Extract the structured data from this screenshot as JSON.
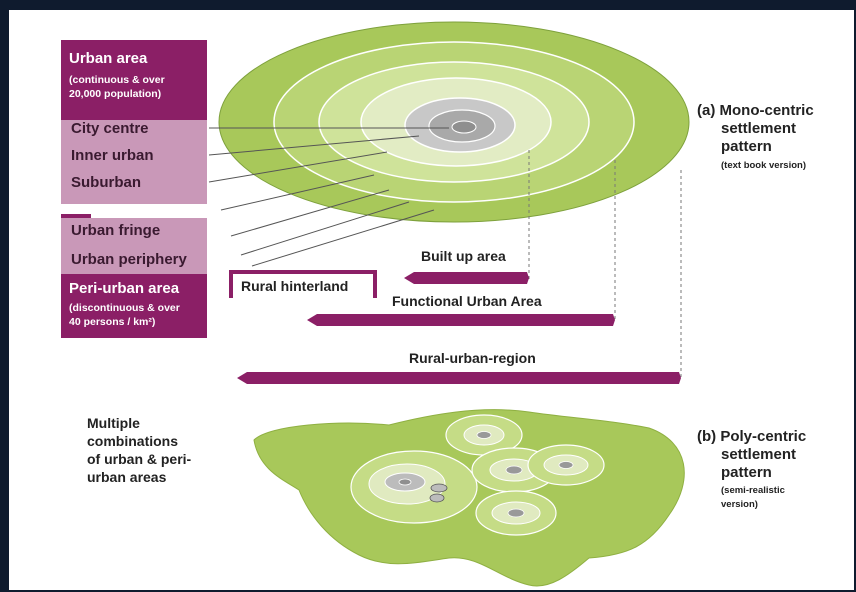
{
  "legend": {
    "urban_area_title": "Urban area",
    "urban_area_note_line1": "(continuous & over",
    "urban_area_note_line2": "20,000 population)",
    "city_centre": "City centre",
    "inner_urban": "Inner urban",
    "suburban": "Suburban",
    "urban_fringe": "Urban fringe",
    "urban_periphery": "Urban periphery",
    "peri_urban_title": "Peri-urban area",
    "peri_urban_note_line1": "(discontinuous & over",
    "peri_urban_note_line2": "40 persons / km²)",
    "rural_hinterland": "Rural hinterland"
  },
  "bars": {
    "built_up": "Built up area",
    "functional": "Functional Urban Area",
    "rural_urban_region": "Rural-urban-region"
  },
  "mono": {
    "line1": "(a) Mono-centric",
    "line2": "settlement",
    "line3": "pattern",
    "note": "(text book version)"
  },
  "poly": {
    "line1": "(b) Poly-centric",
    "line2": "settlement",
    "line3": "pattern",
    "note_line1": "(semi-realistic",
    "note_line2": "version)"
  },
  "multiple": {
    "line1": "Multiple",
    "line2": "combinations",
    "line3": "of urban & peri-",
    "line4": "urban areas"
  },
  "colors": {
    "accent": "#8b1f66",
    "accent_light": "#c998b8",
    "outer_green": "#a8c85a",
    "mid_green": "#c5dc86",
    "pale_green": "#dfeab8",
    "grey": "#b8b8b8"
  }
}
